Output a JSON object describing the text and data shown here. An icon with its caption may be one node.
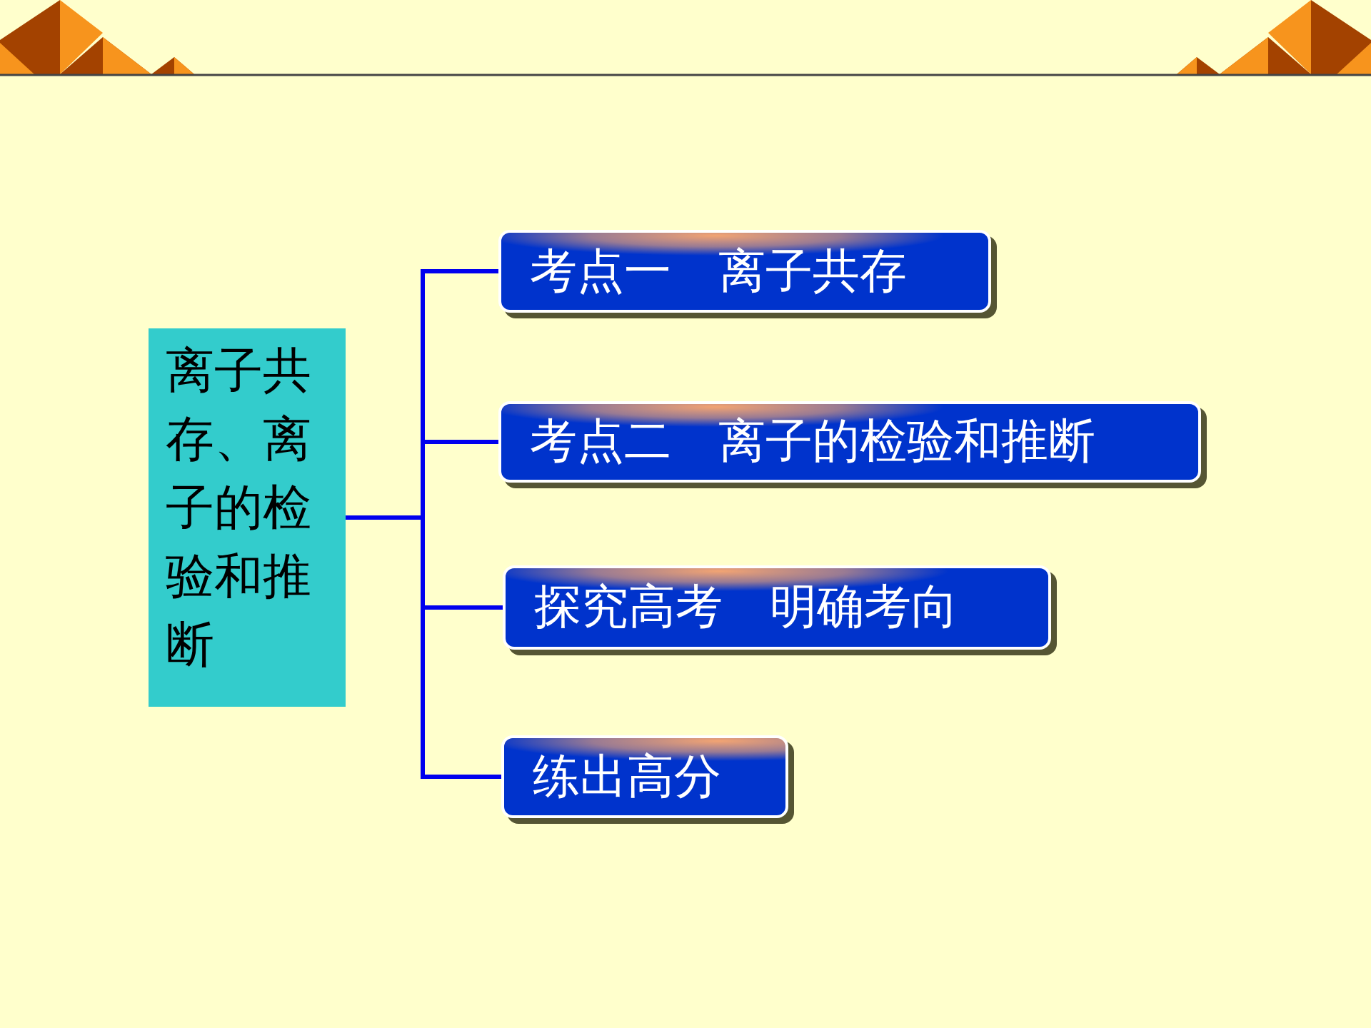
{
  "diagram": {
    "nodes": [
      {
        "text": [
          "离子共存、离子的检验和推断"
        ]
      },
      {
        "text": [
          "考点一　离子共存"
        ]
      },
      {
        "text": [
          "考点二　离子的检验和推断"
        ]
      },
      {
        "text": [
          "探究高考　明确考向"
        ]
      },
      {
        "text": [
          "练出高分"
        ]
      }
    ],
    "edges": [
      {
        "from": 0,
        "to": 1,
        "arrow": "none"
      },
      {
        "from": 0,
        "to": 2,
        "arrow": "none"
      },
      {
        "from": 0,
        "to": 3,
        "arrow": "none"
      },
      {
        "from": 0,
        "to": 4,
        "arrow": "none"
      }
    ]
  }
}
